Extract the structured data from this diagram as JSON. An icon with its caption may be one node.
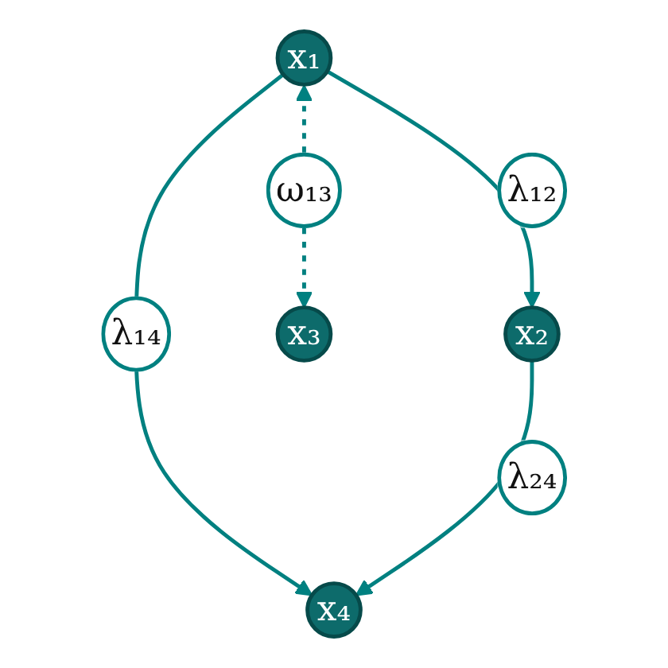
{
  "diagram": {
    "nodes": [
      {
        "text": [
          "x₁"
        ]
      },
      {
        "text": [
          "x₂"
        ]
      },
      {
        "text": [
          "x₃"
        ]
      },
      {
        "text": [
          "x₄"
        ]
      }
    ],
    "edges": [
      {
        "from": 0,
        "to": 1,
        "arrow": "to",
        "label": "λ₁₂"
      },
      {
        "from": 0,
        "to": 3,
        "arrow": "to",
        "label": "λ₁₄"
      },
      {
        "from": 1,
        "to": 3,
        "arrow": "to",
        "label": "λ₂₄"
      },
      {
        "from": 0,
        "to": 2,
        "arrow": "both",
        "label": "ω₁₃",
        "style": "dashed"
      }
    ]
  }
}
